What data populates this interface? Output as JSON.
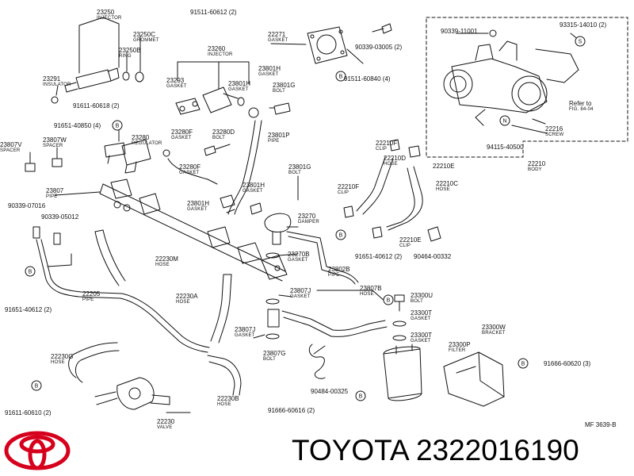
{
  "brand_text": "TOYOTA 2322016190",
  "drawing_ref": "MF  3639-B",
  "logo_name": "toyota-logo",
  "labels": [
    {
      "code": "23250",
      "desc": "INJECTOR"
    },
    {
      "code": "23250C",
      "desc": "GROMMET"
    },
    {
      "code": "23250B",
      "desc": "RING"
    },
    {
      "code": "23291",
      "desc": "INSULATOR"
    },
    {
      "code": "91511-60612 (2)",
      "desc": ""
    },
    {
      "code": "23260",
      "desc": "INJECTOR"
    },
    {
      "code": "22271",
      "desc": "GASKET"
    },
    {
      "code": "90339-03005 (2)",
      "desc": ""
    },
    {
      "code": "91511-60840 (4)",
      "desc": ""
    },
    {
      "code": "23293",
      "desc": "GASKET"
    },
    {
      "code": "23801H",
      "desc": "GASKET"
    },
    {
      "code": "23801H",
      "desc": "GASKET"
    },
    {
      "code": "23801G",
      "desc": "BOLT"
    },
    {
      "code": "91611-60618 (2)",
      "desc": ""
    },
    {
      "code": "91651-40850 (4)",
      "desc": ""
    },
    {
      "code": "23280",
      "desc": "REGULATOR"
    },
    {
      "code": "23280F",
      "desc": "GASKET"
    },
    {
      "code": "23280D",
      "desc": "BOLT"
    },
    {
      "code": "23801P",
      "desc": "PIPE"
    },
    {
      "code": "23807V",
      "desc": "SPACER"
    },
    {
      "code": "23807W",
      "desc": "SPACER"
    },
    {
      "code": "23280F",
      "desc": "GASKET"
    },
    {
      "code": "23801G",
      "desc": "BOLT"
    },
    {
      "code": "23807",
      "desc": "PIPE"
    },
    {
      "code": "23801H",
      "desc": "GASKET"
    },
    {
      "code": "23801H",
      "desc": "GASKET"
    },
    {
      "code": "90339-07016",
      "desc": ""
    },
    {
      "code": "90339-05012",
      "desc": ""
    },
    {
      "code": "23270",
      "desc": "DAMPER"
    },
    {
      "code": "91651-40612 (2)",
      "desc": ""
    },
    {
      "code": "22230M",
      "desc": "HOSE"
    },
    {
      "code": "23270B",
      "desc": "GASKET"
    },
    {
      "code": "23802B",
      "desc": "PIPE"
    },
    {
      "code": "91651-40612 (2)",
      "desc": ""
    },
    {
      "code": "22205",
      "desc": "PIPE"
    },
    {
      "code": "22230A",
      "desc": "HOSE"
    },
    {
      "code": "23807J",
      "desc": "GASKET"
    },
    {
      "code": "23807B",
      "desc": "HOSE"
    },
    {
      "code": "23300U",
      "desc": "BOLT"
    },
    {
      "code": "23300T",
      "desc": "GASKET"
    },
    {
      "code": "23807J",
      "desc": "GASKET"
    },
    {
      "code": "23300T",
      "desc": "GASKET"
    },
    {
      "code": "23300P",
      "desc": "FILTER"
    },
    {
      "code": "23300W",
      "desc": "BRACKET"
    },
    {
      "code": "22230G",
      "desc": "HOSE"
    },
    {
      "code": "23807G",
      "desc": "BOLT"
    },
    {
      "code": "91666-60620 (3)",
      "desc": ""
    },
    {
      "code": "90484-00325",
      "desc": ""
    },
    {
      "code": "22230B",
      "desc": "HOSE"
    },
    {
      "code": "91611-60610 (2)",
      "desc": ""
    },
    {
      "code": "22230",
      "desc": "VALVE"
    },
    {
      "code": "91666-60616 (2)",
      "desc": ""
    },
    {
      "code": "90339-11001",
      "desc": ""
    },
    {
      "code": "93315-14010 (2)",
      "desc": ""
    },
    {
      "code": "Refer to",
      "desc": "FIG. 84-04"
    },
    {
      "code": "22216",
      "desc": "SCREW"
    },
    {
      "code": "94115-40500",
      "desc": ""
    },
    {
      "code": "22210",
      "desc": "BODY"
    },
    {
      "code": "22210F",
      "desc": "CLIP"
    },
    {
      "code": "22210D",
      "desc": "HOSE"
    },
    {
      "code": "22210E",
      "desc": ""
    },
    {
      "code": "22210F",
      "desc": "CLIP"
    },
    {
      "code": "22210C",
      "desc": "HOSE"
    },
    {
      "code": "22210E",
      "desc": "CLIP"
    },
    {
      "code": "90464-00332",
      "desc": ""
    }
  ],
  "markers": [
    "B",
    "B",
    "B",
    "B",
    "B",
    "B",
    "B",
    "B",
    "B",
    "S",
    "N"
  ]
}
